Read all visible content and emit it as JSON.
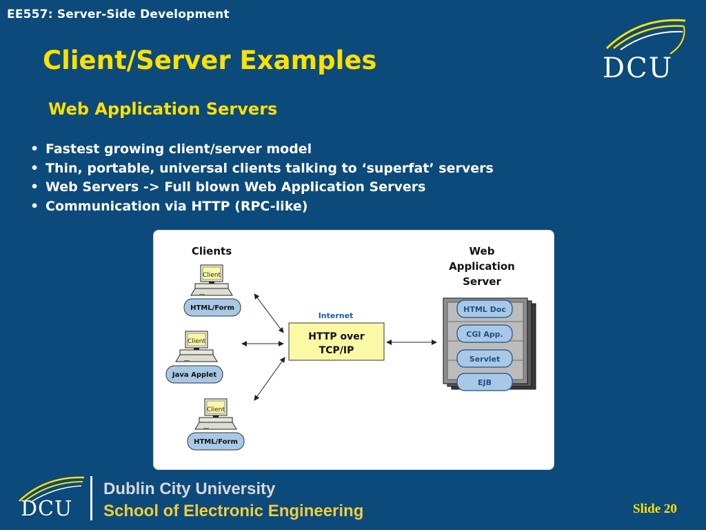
{
  "header": {
    "course": "EE557: Server-Side Development",
    "title": "Client/Server Examples",
    "subtitle": "Web Application Servers"
  },
  "bullets": [
    "Fastest growing client/server model",
    "Thin, portable, universal clients talking to ‘superfat’ servers",
    "Web Servers -> Full blown Web Application Servers",
    "Communication via HTTP (RPC-like)"
  ],
  "bullet_symbol": "•",
  "logo": {
    "text": "DCU"
  },
  "diagram": {
    "clients_heading": "Clients",
    "clients": [
      {
        "screen_label": "Client",
        "tag": "HTML/Form"
      },
      {
        "screen_label": "Client",
        "tag": "Java Applet"
      },
      {
        "screen_label": "Client",
        "tag": "HTML/Form"
      }
    ],
    "internet_label": "Internet",
    "protocol_line1": "HTTP over",
    "protocol_line2": "TCP/IP",
    "server_heading": [
      "Web",
      "Application",
      "Server"
    ],
    "server_modules": [
      "HTML Doc",
      "CGI App.",
      "Servlet",
      "EJB"
    ]
  },
  "footer": {
    "logo_text": "DCU",
    "university": "Dublin City University",
    "school": "School of Electronic Engineering",
    "slide_label": "Slide 20"
  },
  "colors": {
    "background": "#0c4a7c",
    "title": "#ffe000",
    "protocol_box": "#fbf8a6",
    "module_fill": "#a8c8e6",
    "school_text": "#f2cc3a"
  }
}
